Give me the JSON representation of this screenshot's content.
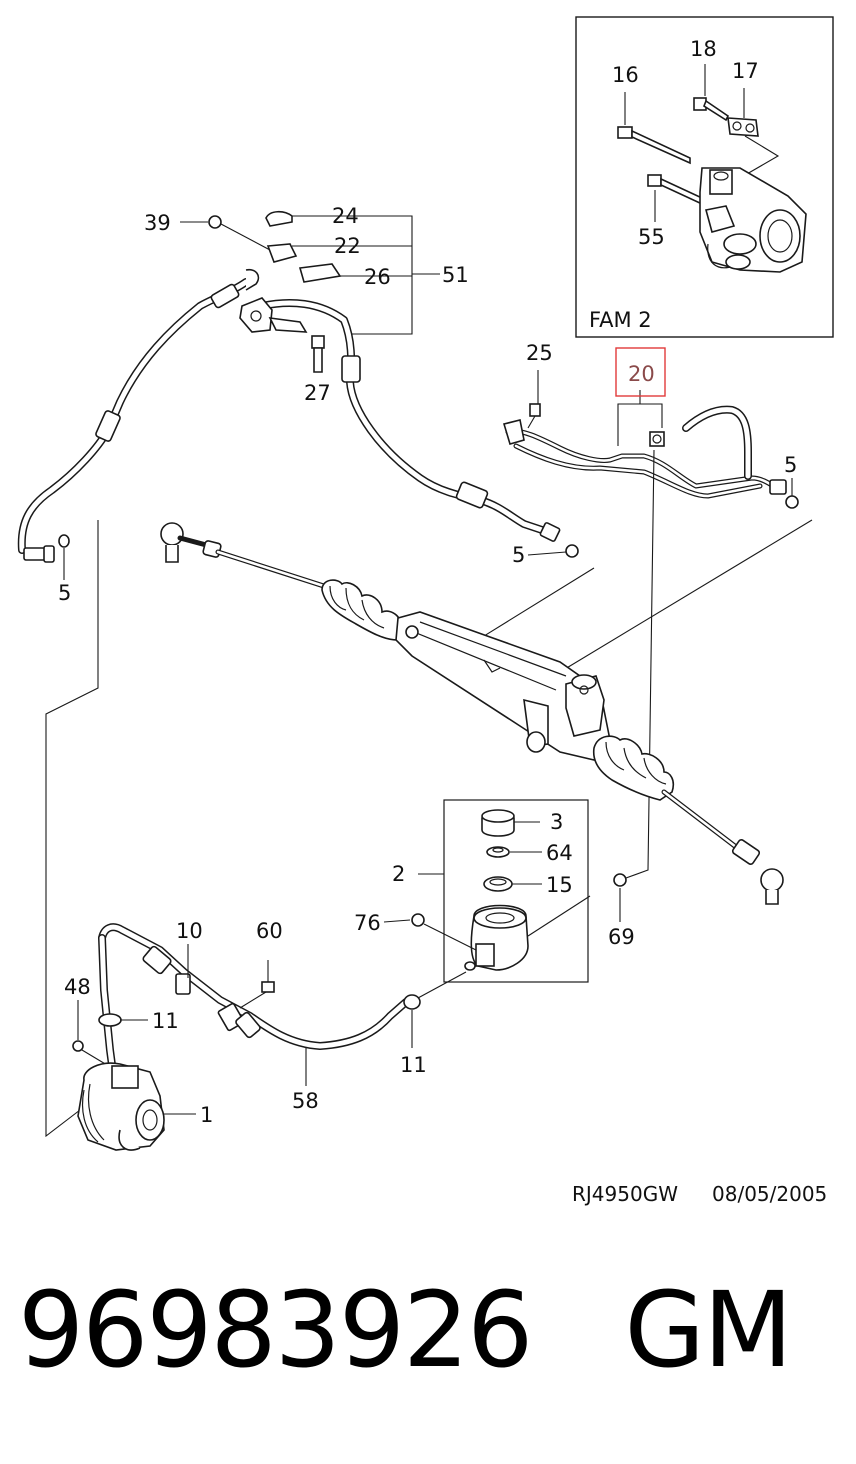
{
  "colors": {
    "highlight": "#e23a3a",
    "highlight_text": "#8a4a4a",
    "ink": "#1a1a1a"
  },
  "callouts": {
    "c1": "1",
    "c2": "2",
    "c3": "3",
    "c5a": "5",
    "c5b": "5",
    "c5c": "5",
    "c10": "10",
    "c11a": "11",
    "c11b": "11",
    "c15": "15",
    "c16": "16",
    "c17": "17",
    "c18": "18",
    "c20": "20",
    "c22": "22",
    "c24": "24",
    "c25": "25",
    "c26": "26",
    "c27": "27",
    "c39": "39",
    "c48": "48",
    "c51": "51",
    "c55": "55",
    "c58": "58",
    "c60": "60",
    "c64": "64",
    "c69": "69",
    "c76": "76"
  },
  "inset": {
    "label": "FAM 2"
  },
  "reference": {
    "code": "RJ4950GW",
    "date": "08/05/2005"
  },
  "part_number": {
    "number": "96983926",
    "brand": "GM"
  }
}
